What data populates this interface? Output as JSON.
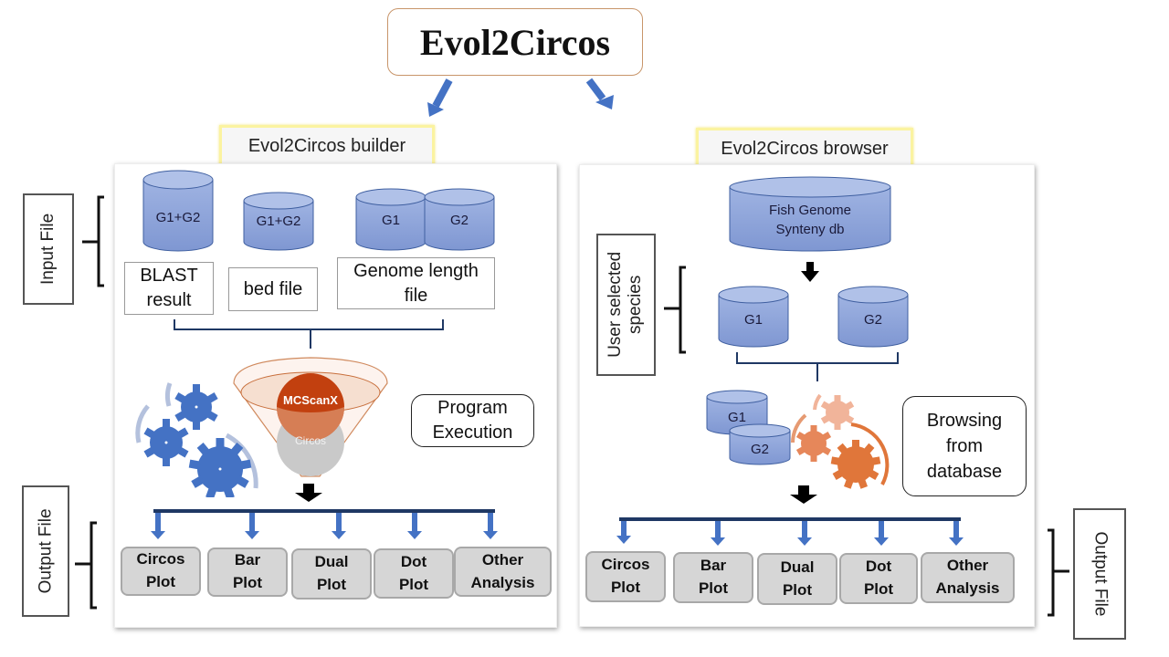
{
  "title": "Evol2Circos",
  "colors": {
    "cylinder_fill": "#8fa5d9",
    "cylinder_stroke": "#3f5fa0",
    "arrow_blue": "#4472c4",
    "bracket_line": "#1f3864",
    "gear_blue": "#4472c4",
    "gear_orange": "#e0763a",
    "mcscanx": "#b83a0b",
    "label_glow": "#fbf3a0"
  },
  "builder": {
    "label": "Evol2Circos builder",
    "side_input": "Input File",
    "side_output": "Output File",
    "cylinders": [
      "G1+G2",
      "G1+G2",
      "G1",
      "G2"
    ],
    "inputs": {
      "blast": [
        "BLAST",
        "result"
      ],
      "bed": "bed file",
      "genome": [
        "Genome length",
        "file"
      ]
    },
    "funnel": {
      "top": "MCScanX",
      "bottom": "Circos"
    },
    "execution": [
      "Program",
      "Execution"
    ],
    "outputs": [
      [
        "Circos",
        "Plot"
      ],
      [
        "Bar",
        "Plot"
      ],
      [
        "Dual",
        "Plot"
      ],
      [
        "Dot",
        "Plot"
      ],
      [
        "Other",
        "Analysis"
      ]
    ]
  },
  "browser": {
    "label": "Evol2Circos browser",
    "db": [
      "Fish Genome",
      "Synteny db"
    ],
    "side_species": [
      "User selected",
      "species"
    ],
    "side_output": "Output File",
    "species": [
      "G1",
      "G2"
    ],
    "stacked": [
      "G1",
      "G2"
    ],
    "browsing": [
      "Browsing",
      "from",
      "database"
    ],
    "outputs": [
      [
        "Circos",
        "Plot"
      ],
      [
        "Bar",
        "Plot"
      ],
      [
        "Dual",
        "Plot"
      ],
      [
        "Dot",
        "Plot"
      ],
      [
        "Other",
        "Analysis"
      ]
    ]
  }
}
